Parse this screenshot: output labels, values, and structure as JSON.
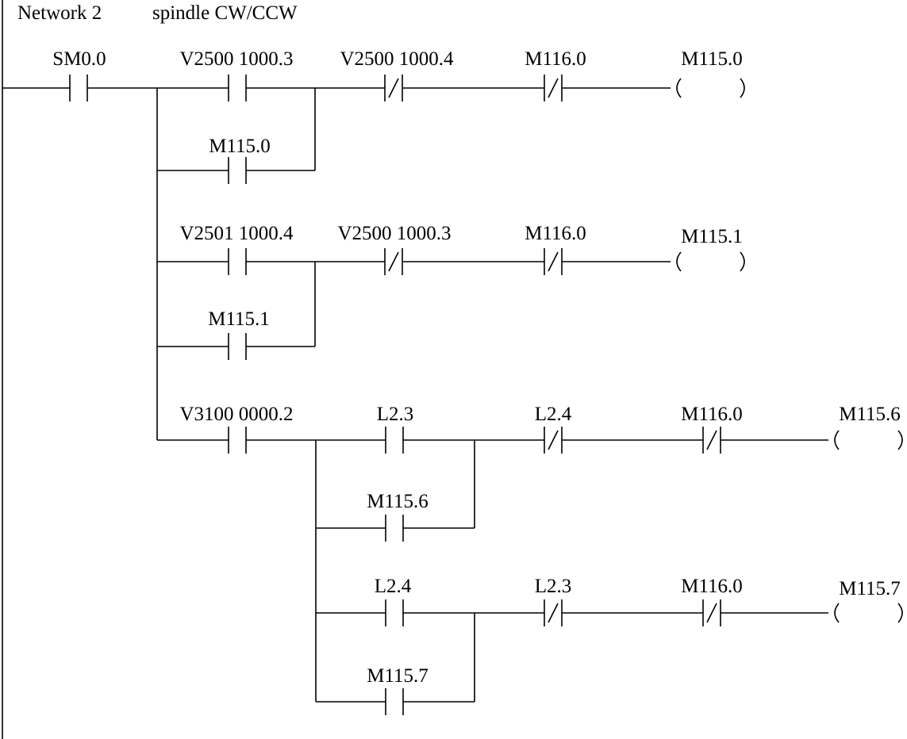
{
  "network": {
    "label": "Network 2",
    "comment": "spindle CW/CCW"
  },
  "contacts": [
    {
      "id": "c1",
      "type": "NO",
      "label": "SM0.0"
    },
    {
      "id": "c2",
      "type": "NO",
      "label": "V2500 1000.3"
    },
    {
      "id": "c3",
      "type": "NC",
      "label": "V2500 1000.4"
    },
    {
      "id": "c4",
      "type": "NC",
      "label": "M116.0"
    },
    {
      "id": "c5",
      "type": "NO",
      "label": "M115.0"
    },
    {
      "id": "c6",
      "type": "NO",
      "label": "V2501 1000.4"
    },
    {
      "id": "c7",
      "type": "NC",
      "label": "V2500 1000.3"
    },
    {
      "id": "c8",
      "type": "NC",
      "label": "M116.0"
    },
    {
      "id": "c9",
      "type": "NO",
      "label": "M115.1"
    },
    {
      "id": "c10",
      "type": "NO",
      "label": "V3100 0000.2"
    },
    {
      "id": "c11",
      "type": "NO",
      "label": "L2.3"
    },
    {
      "id": "c12",
      "type": "NC",
      "label": "L2.4"
    },
    {
      "id": "c13",
      "type": "NC",
      "label": "M116.0"
    },
    {
      "id": "c14",
      "type": "NO",
      "label": "M115.6"
    },
    {
      "id": "c15",
      "type": "NO",
      "label": "L2.4"
    },
    {
      "id": "c16",
      "type": "NC",
      "label": "L2.3"
    },
    {
      "id": "c17",
      "type": "NC",
      "label": "M116.0"
    },
    {
      "id": "c18",
      "type": "NO",
      "label": "M115.7"
    }
  ],
  "coils": [
    {
      "id": "k1",
      "label": "M115.0"
    },
    {
      "id": "k2",
      "label": "M115.1"
    },
    {
      "id": "k3",
      "label": "M115.6"
    },
    {
      "id": "k4",
      "label": "M115.7"
    }
  ]
}
